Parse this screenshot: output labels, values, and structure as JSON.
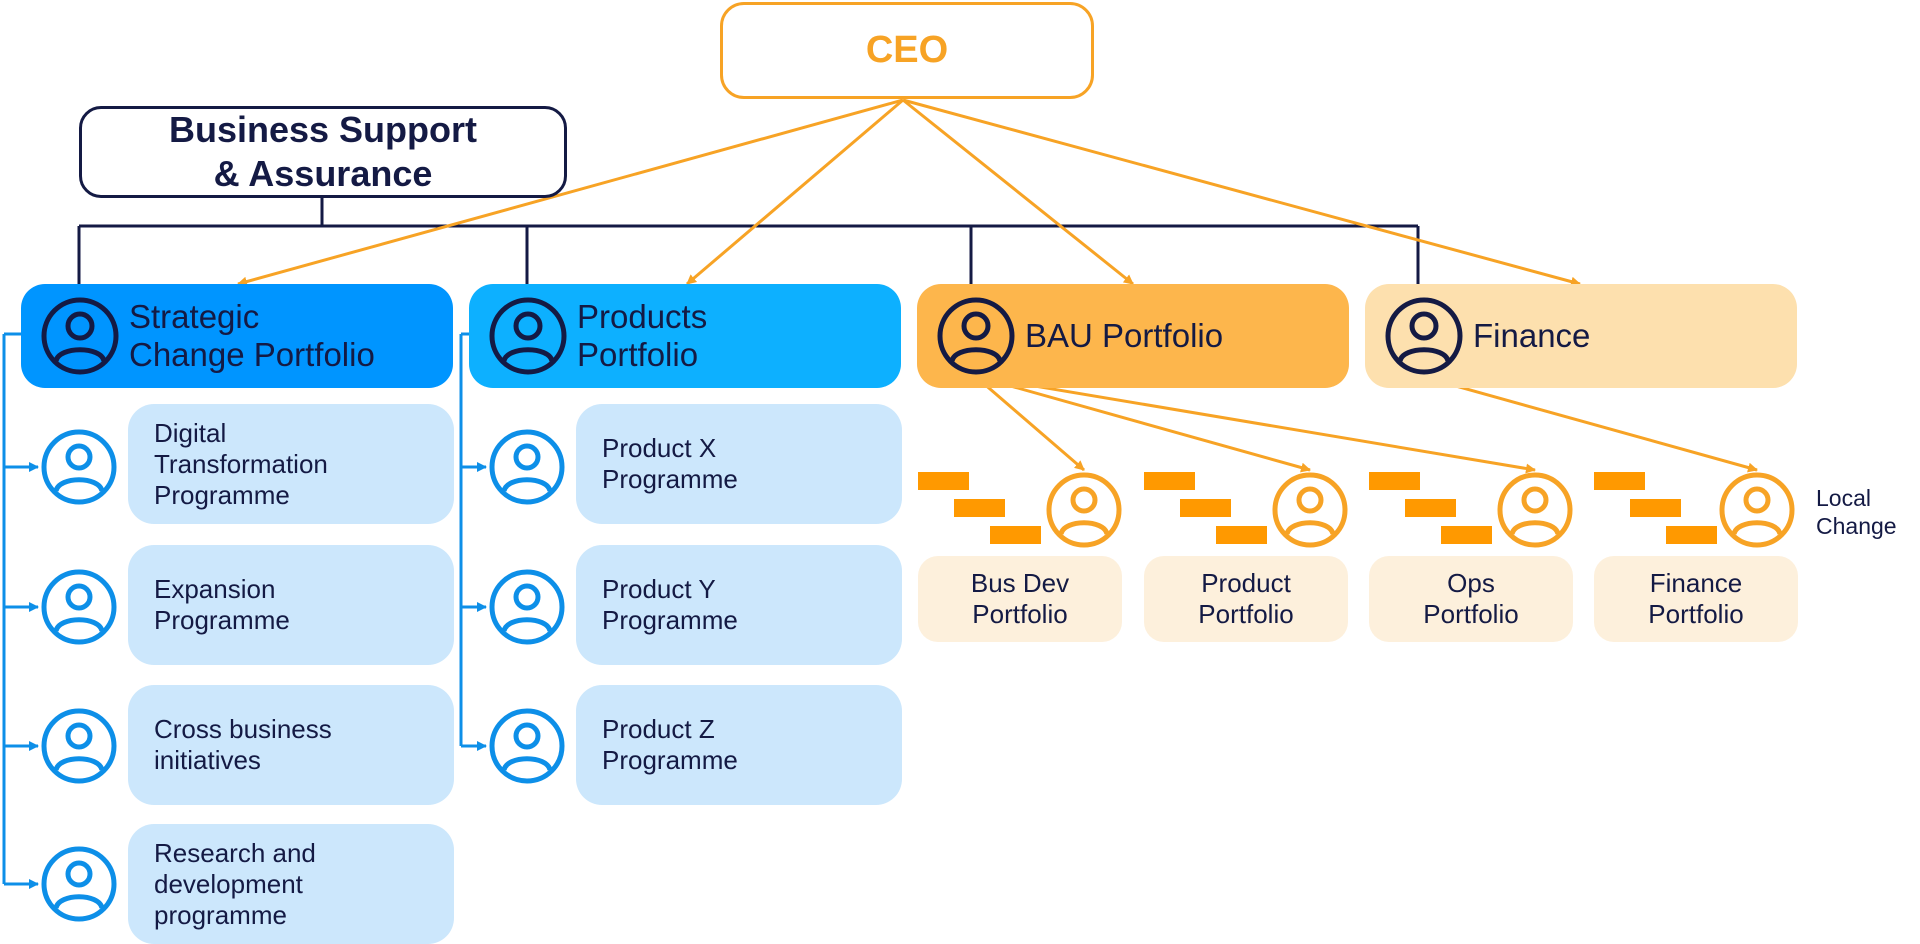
{
  "ceo": {
    "label": "CEO"
  },
  "business_support": {
    "label": "Business Support\n& Assurance"
  },
  "portfolios": [
    {
      "label": "Strategic\nChange Portfolio",
      "color": "#0095ff"
    },
    {
      "label": "Products\nPortfolio",
      "color": "#0db0ff"
    },
    {
      "label": "BAU Portfolio",
      "color": "#fdb64c"
    },
    {
      "label": "Finance",
      "color": "#fde0ae"
    }
  ],
  "strategic_programmes": [
    {
      "label": "Digital\nTransformation\nProgramme"
    },
    {
      "label": "Expansion\nProgramme"
    },
    {
      "label": "Cross business\ninitiatives"
    },
    {
      "label": "Research and\ndevelopment\nprogramme"
    }
  ],
  "product_programmes": [
    {
      "label": "Product X\nProgramme"
    },
    {
      "label": "Product Y\nProgramme"
    },
    {
      "label": "Product Z\nProgramme"
    }
  ],
  "sub_portfolios": [
    {
      "label": "Bus Dev\nPortfolio"
    },
    {
      "label": "Product\nPortfolio"
    },
    {
      "label": "Ops\nPortfolio"
    },
    {
      "label": "Finance\nPortfolio"
    }
  ],
  "local_change": {
    "label": "Local\nChange"
  },
  "icons": {
    "person": "person-icon",
    "gantt": "gantt-bars-icon"
  },
  "colors": {
    "orange": "#f7a325",
    "navy": "#141a44",
    "blue": "#0d8fe8",
    "light_blue": "#cce7fc",
    "light_orange": "#fdf0dc",
    "bar_orange": "#ff9900"
  }
}
